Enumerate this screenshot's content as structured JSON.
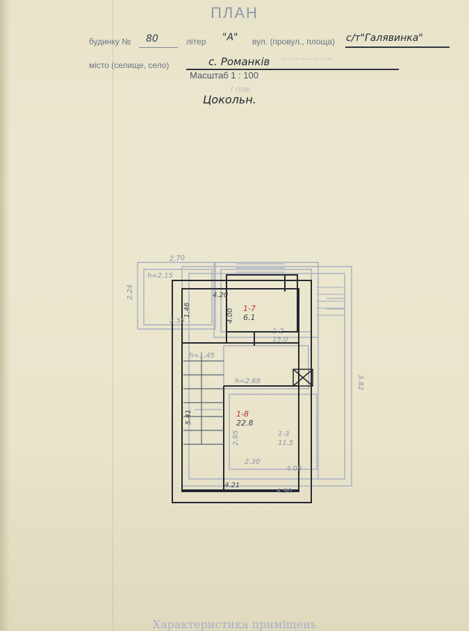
{
  "header": {
    "title": "ПЛАН",
    "house_label": "будинку №",
    "house_number": "80",
    "letter_label": "літер",
    "letter_value": "\"А\"",
    "street_label": "вул. (провул., площа)",
    "street_value": "с/т\"Галявинка\"",
    "city_label": "місто (селище, село)",
    "city_value": "с. Романків",
    "scale": "Масштаб 1 : 100",
    "floor_ghost": "I пов.",
    "floor_value": "Цокольн."
  },
  "plan": {
    "dim_top_annex": "2.70",
    "dim_annex_height": "h=2.15",
    "dim_left_side": "2.24",
    "dim_annex_bottom": "2.55",
    "dim_room17_width": "4.20",
    "dim_room17_height": "4.00",
    "dim_stair_width": "1.46",
    "room_1_7_number": "1-7",
    "room_1_7_area": "6.1",
    "room_1_2_number": "1-2",
    "room_1_2_area": "15.0",
    "dim_height_left": "h=1.45",
    "dim_height_middle": "h=2.68",
    "dim_left_wall": "5.41",
    "room_1_8_number": "1-8",
    "room_1_8_area": "22.8",
    "dim_inner_vertical": "2.95",
    "room_1_3_number": "1-3",
    "room_1_3_area": "11.5",
    "dim_inner_bottom": "2.30",
    "dim_bottom_right": "4.08",
    "dim_bottom_main": "4.21",
    "dim_bottom_outer": "4.90",
    "dim_right_side": "3.82"
  },
  "footer": {
    "heading": "Характеристика приміщень"
  }
}
